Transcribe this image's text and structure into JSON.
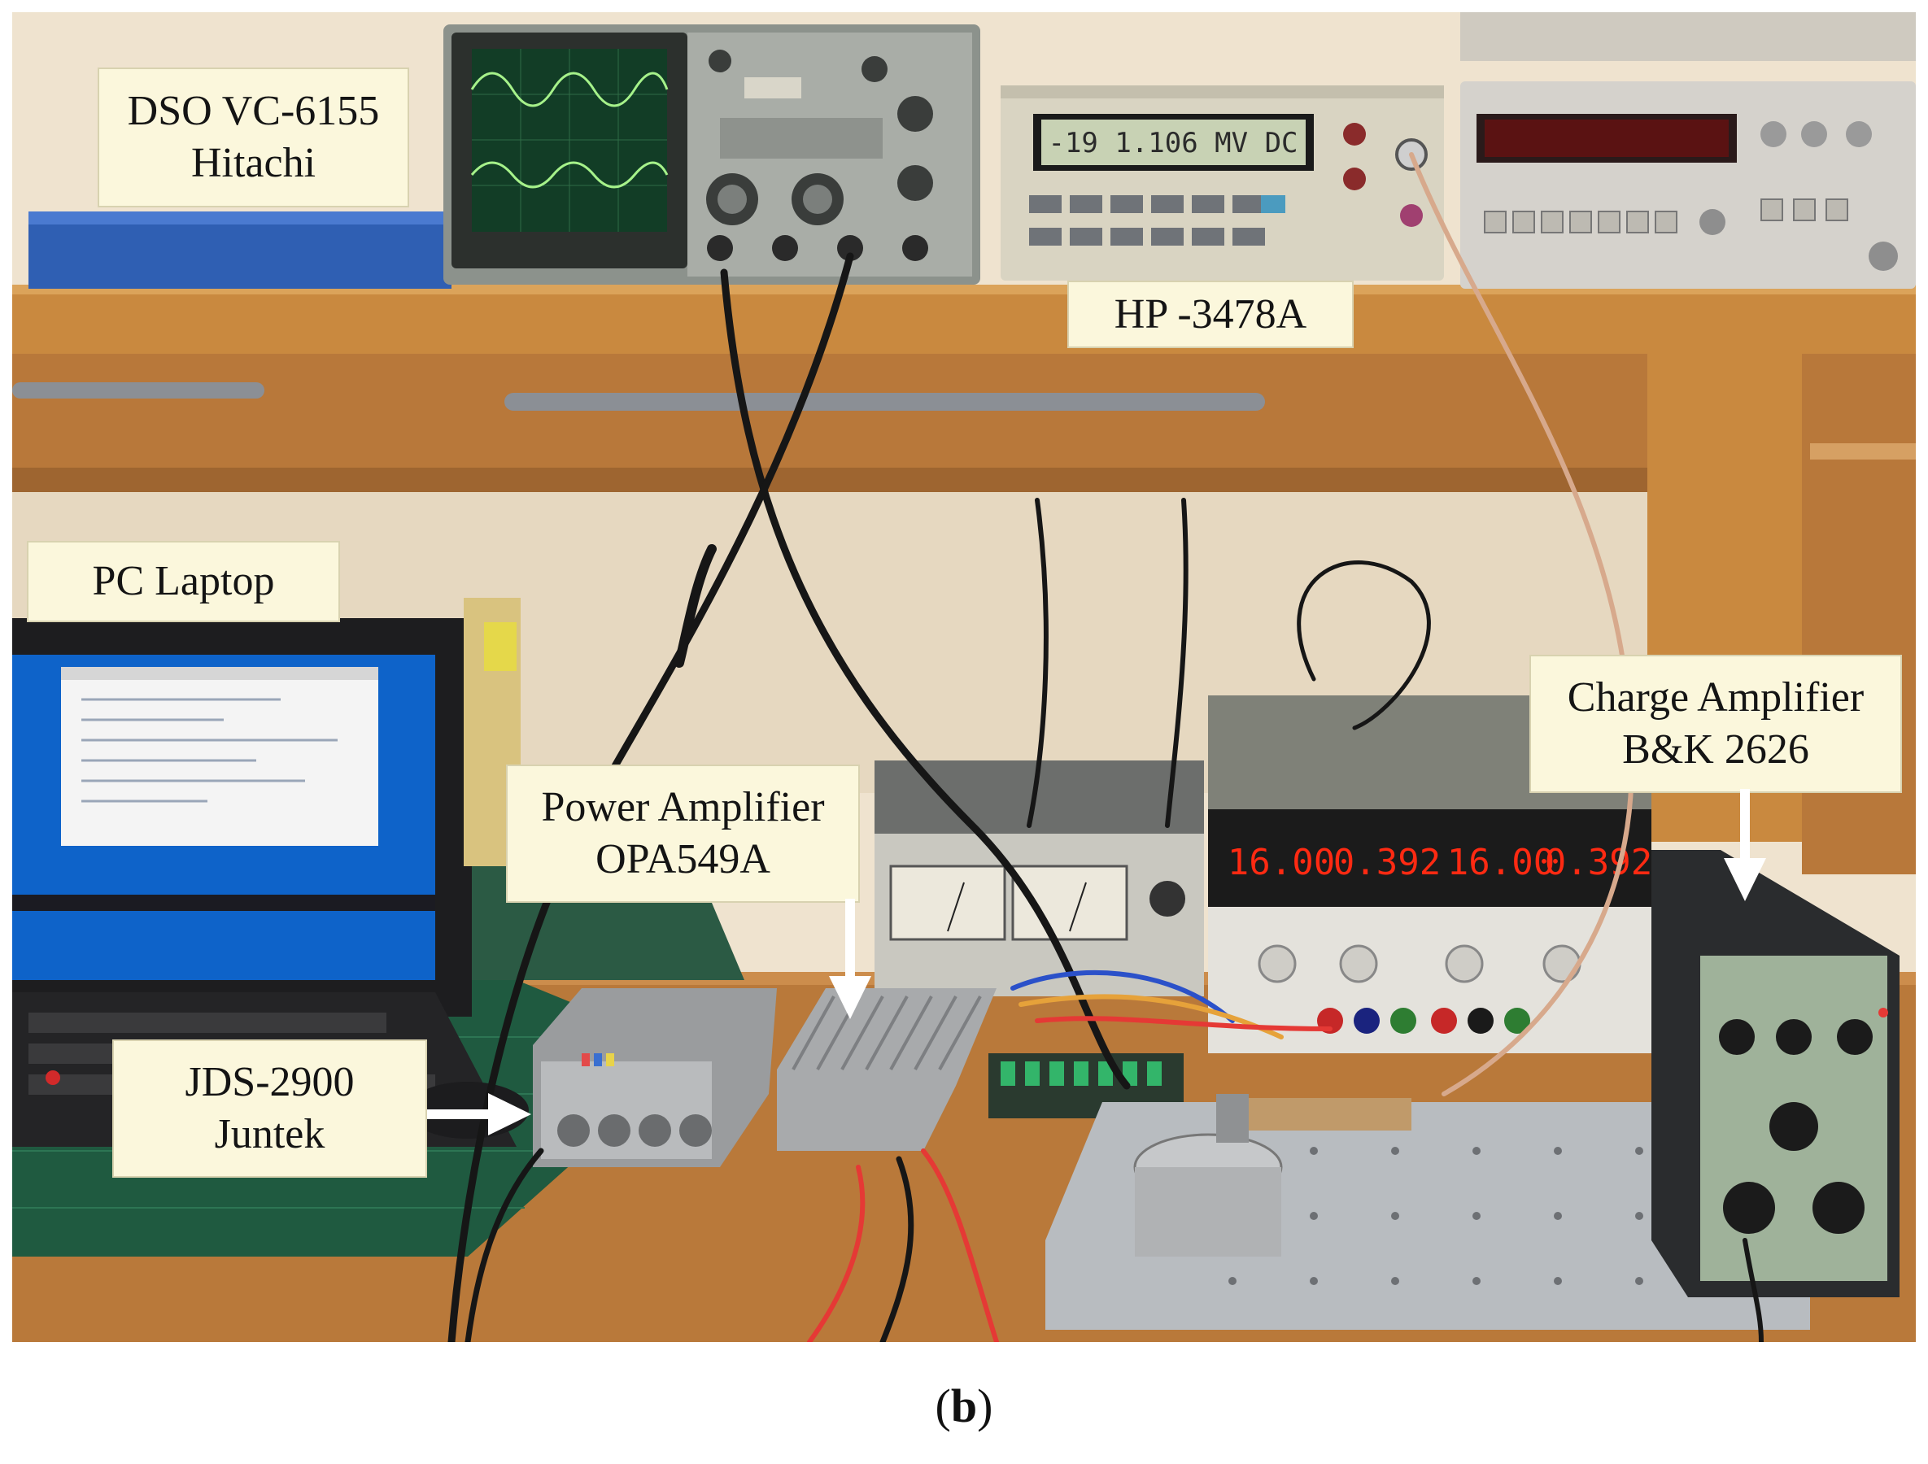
{
  "labels": {
    "dso": {
      "line1": "DSO VC-6155",
      "line2": "Hitachi"
    },
    "multimeter": {
      "line1": "HP -3478A"
    },
    "laptop": {
      "line1": "PC Laptop"
    },
    "power_amplifier": {
      "line1": "Power Amplifier",
      "line2": "OPA549A"
    },
    "charge_amplifier": {
      "line1": "Charge Amplifier",
      "line2": "B&K 2626"
    },
    "generator": {
      "line1": "JDS-2900",
      "line2": "Juntek"
    }
  },
  "displays": {
    "multimeter_readout": "-19 1.106 MV DC",
    "psu_ch1_voltage": "16.00",
    "psu_ch1_current": "0.392",
    "psu_ch2_voltage": "16.00",
    "psu_ch2_current": "0.392"
  },
  "caption": {
    "open": "(",
    "letter": "b",
    "close": ")"
  },
  "colors": {
    "callout_bg": "#fbf7dc",
    "shelf_wood": "#c9893f",
    "wall": "#efe3cf",
    "cutting_mat": "#1f5a40",
    "scope_trace": "#a6f28a",
    "psu_digits": "#ff2a12",
    "dmm_lcd": "#c8d2b4"
  },
  "icons": [
    "arrow-right-icon",
    "arrow-down-icon"
  ]
}
